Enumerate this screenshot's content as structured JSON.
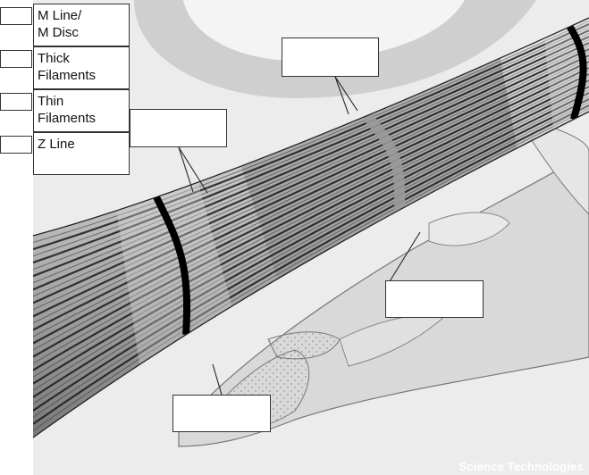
{
  "legend": {
    "items": [
      {
        "label": "M Line/\nM Disc"
      },
      {
        "label": "Thick\nFilaments"
      },
      {
        "label": "Thin\nFilaments"
      },
      {
        "label": "Z Line"
      }
    ]
  },
  "watermark": "Science Technologies",
  "colors": {
    "background": "#ffffff",
    "backdrop": "#e9e9e9",
    "fiber_light": "#d8d8d8",
    "fiber_dark": "#8c8c8c",
    "filament": "#1a1a1a",
    "band_line": "#000000",
    "m_line": "#9a9a9a"
  }
}
